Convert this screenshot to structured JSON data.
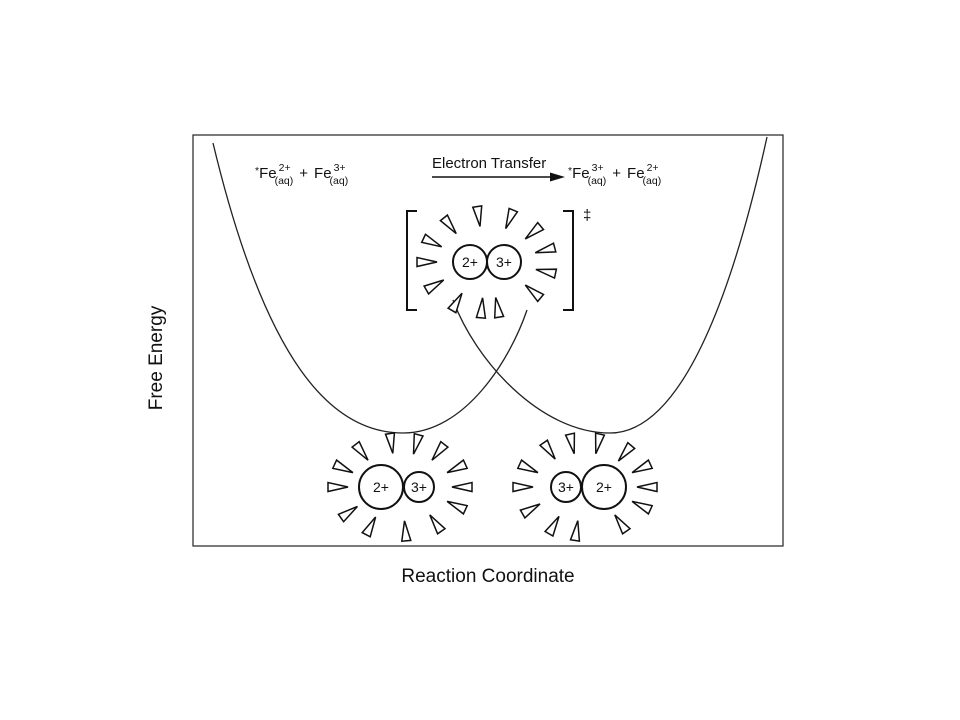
{
  "axes": {
    "x_label": "Reaction Coordinate",
    "y_label": "Free Energy"
  },
  "equation": {
    "reactant_1": {
      "star": "*",
      "species": "Fe",
      "charge": "2+",
      "phase": "(aq)"
    },
    "plus_1": "+",
    "reactant_2": {
      "species": "Fe",
      "charge": "3+",
      "phase": "(aq)"
    },
    "arrow_label": "Electron Transfer",
    "product_1": {
      "star": "*",
      "species": "Fe",
      "charge": "3+",
      "phase": "(aq)"
    },
    "plus_2": "+",
    "product_2": {
      "species": "Fe",
      "charge": "2+",
      "phase": "(aq)"
    }
  },
  "transition_state": {
    "marker": "‡",
    "ion_left": "2+",
    "ion_right": "3+"
  },
  "reactant_complex": {
    "ion_left": "2+",
    "ion_right": "3+"
  },
  "product_complex": {
    "ion_left": "3+",
    "ion_right": "2+"
  }
}
